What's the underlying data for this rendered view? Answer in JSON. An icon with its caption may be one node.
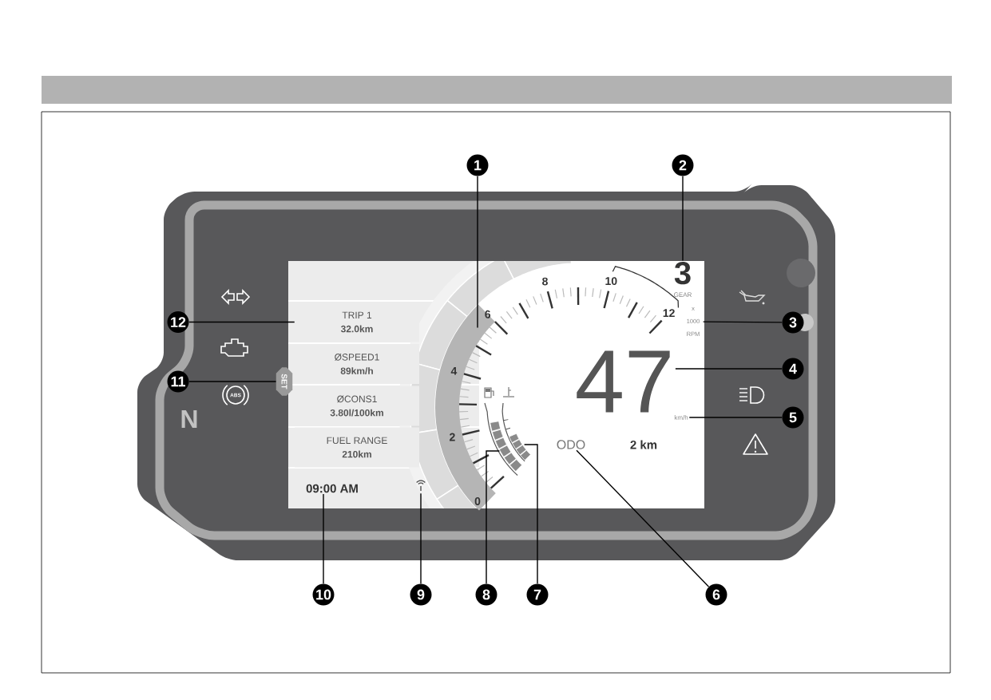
{
  "diagram": {
    "nodes": [
      {
        "text": [
          "1"
        ]
      },
      {
        "text": [
          "2"
        ]
      },
      {
        "text": [
          "3"
        ]
      },
      {
        "text": [
          "4"
        ]
      },
      {
        "text": [
          "5"
        ]
      },
      {
        "text": [
          "6"
        ]
      },
      {
        "text": [
          "7"
        ]
      },
      {
        "text": [
          "8"
        ]
      },
      {
        "text": [
          "9"
        ]
      },
      {
        "text": [
          "10"
        ]
      },
      {
        "text": [
          "11"
        ]
      },
      {
        "text": [
          "12"
        ]
      },
      {
        "text": [],
        "shape": "bar"
      },
      {
        "text": [
          "3",
          "GEAR"
        ]
      },
      {
        "text": [
          "x 1000 RPM"
        ]
      },
      {
        "text": [
          "47"
        ]
      },
      {
        "text": [
          "km/h"
        ]
      },
      {
        "text": [
          "ODO"
        ]
      },
      {
        "text": [],
        "shape": "bar"
      },
      {
        "text": [],
        "shape": "bar"
      },
      {
        "text": [],
        "shape": "symbol"
      },
      {
        "text": [
          "09:00 AM"
        ]
      },
      {
        "text": [
          "SET"
        ]
      },
      {
        "text": [
          "TRIP 1",
          "32.0km"
        ]
      },
      {
        "text": [
          "ØSPEED1",
          "89km/h"
        ]
      },
      {
        "text": [
          "ØCONS1",
          "3.80l/100km"
        ]
      },
      {
        "text": [
          "FUEL RANGE",
          "210km"
        ]
      }
    ],
    "edges": [
      {
        "from": 0,
        "to": 12,
        "arrow": "none"
      },
      {
        "from": 1,
        "to": 13,
        "arrow": "none"
      },
      {
        "from": 2,
        "to": 14,
        "arrow": "none"
      },
      {
        "from": 3,
        "to": 15,
        "arrow": "none"
      },
      {
        "from": 4,
        "to": 16,
        "arrow": "none"
      },
      {
        "from": 5,
        "to": 17,
        "arrow": "none"
      },
      {
        "from": 6,
        "to": 18,
        "arrow": "none"
      },
      {
        "from": 7,
        "to": 19,
        "arrow": "none"
      },
      {
        "from": 8,
        "to": 20,
        "arrow": "none"
      },
      {
        "from": 9,
        "to": 21,
        "arrow": "none"
      },
      {
        "from": 10,
        "to": 22,
        "arrow": "none"
      },
      {
        "from": 11,
        "to": 23,
        "arrow": "none"
      }
    ],
    "labels": [
      "8",
      "10",
      "12",
      "6",
      "4",
      "2",
      "0",
      "2 km",
      "N",
      "ABS"
    ]
  }
}
